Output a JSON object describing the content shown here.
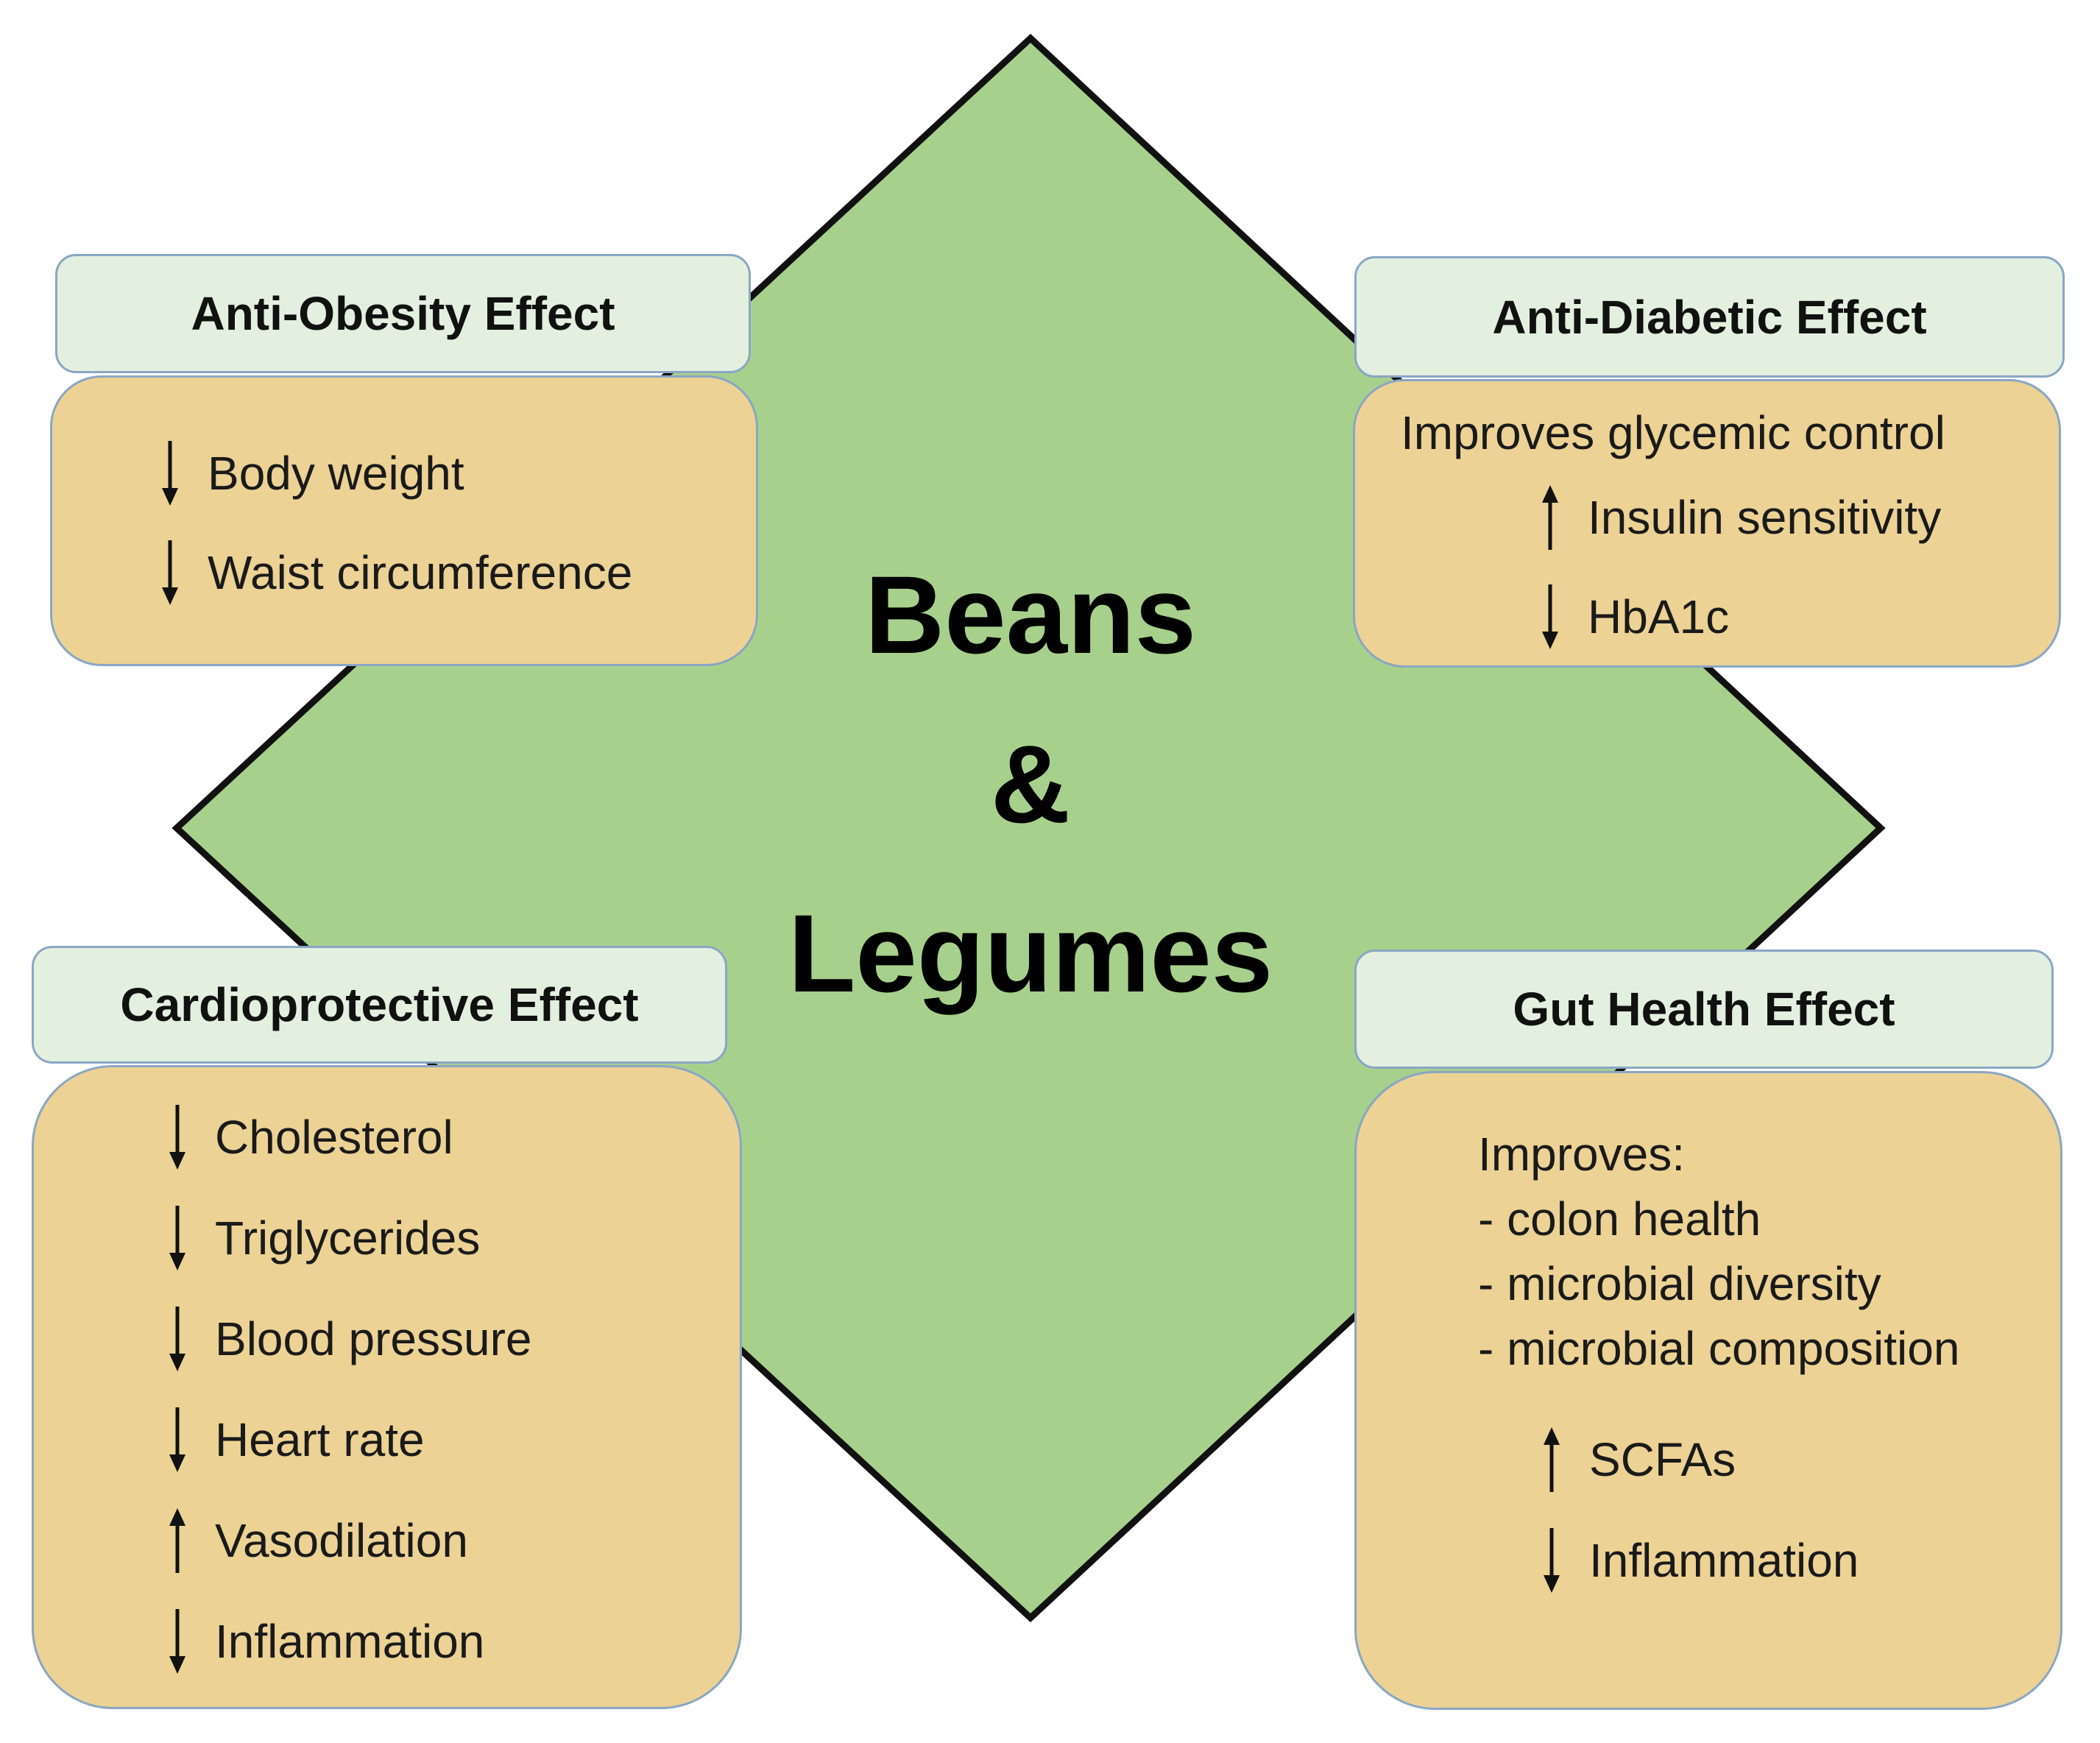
{
  "center": {
    "line1": "Beans",
    "line2": "&",
    "line3": "Legumes"
  },
  "colors": {
    "diamond": "#a8d08d",
    "header_fill": "#e3f0e0",
    "box_fill": "#ecd294",
    "outline": "#8aa6c4"
  },
  "anti_obesity": {
    "title": "Anti-Obesity Effect",
    "items": [
      {
        "arrow": "down",
        "text": "Body weight"
      },
      {
        "arrow": "down",
        "text": "Waist circumference"
      }
    ]
  },
  "anti_diabetic": {
    "title": "Anti-Diabetic Effect",
    "intro": "Improves glycemic control",
    "items": [
      {
        "arrow": "up",
        "text": "Insulin sensitivity"
      },
      {
        "arrow": "down",
        "text": "HbA1c"
      }
    ]
  },
  "cardioprotective": {
    "title": "Cardioprotective Effect",
    "items": [
      {
        "arrow": "down",
        "text": "Cholesterol"
      },
      {
        "arrow": "down",
        "text": "Triglycerides"
      },
      {
        "arrow": "down",
        "text": "Blood pressure"
      },
      {
        "arrow": "down",
        "text": "Heart rate"
      },
      {
        "arrow": "up",
        "text": "Vasodilation"
      },
      {
        "arrow": "down",
        "text": "Inflammation"
      }
    ]
  },
  "gut_health": {
    "title": "Gut Health Effect",
    "intro": "Improves:",
    "bullets": [
      "- colon health",
      "- microbial diversity",
      "- microbial composition"
    ],
    "items": [
      {
        "arrow": "up",
        "text": "SCFAs"
      },
      {
        "arrow": "down",
        "text": "Inflammation"
      }
    ]
  }
}
